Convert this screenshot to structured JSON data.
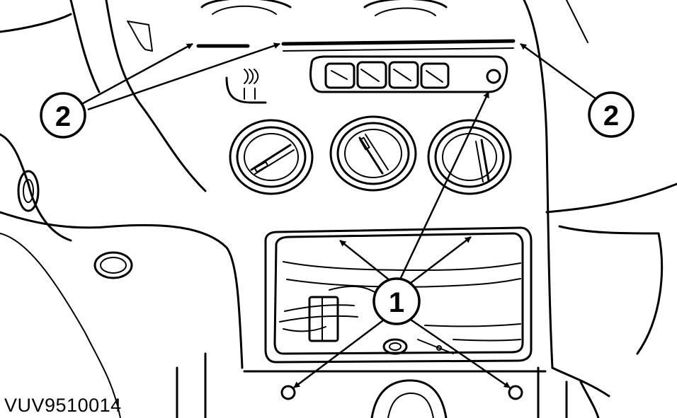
{
  "figure_code": "VUV9510014",
  "callouts": [
    {
      "label": "1",
      "meaning": ""
    },
    {
      "label": "2",
      "meaning": ""
    }
  ],
  "colors": {
    "ink": "#000000",
    "paper": "#ffffff"
  }
}
